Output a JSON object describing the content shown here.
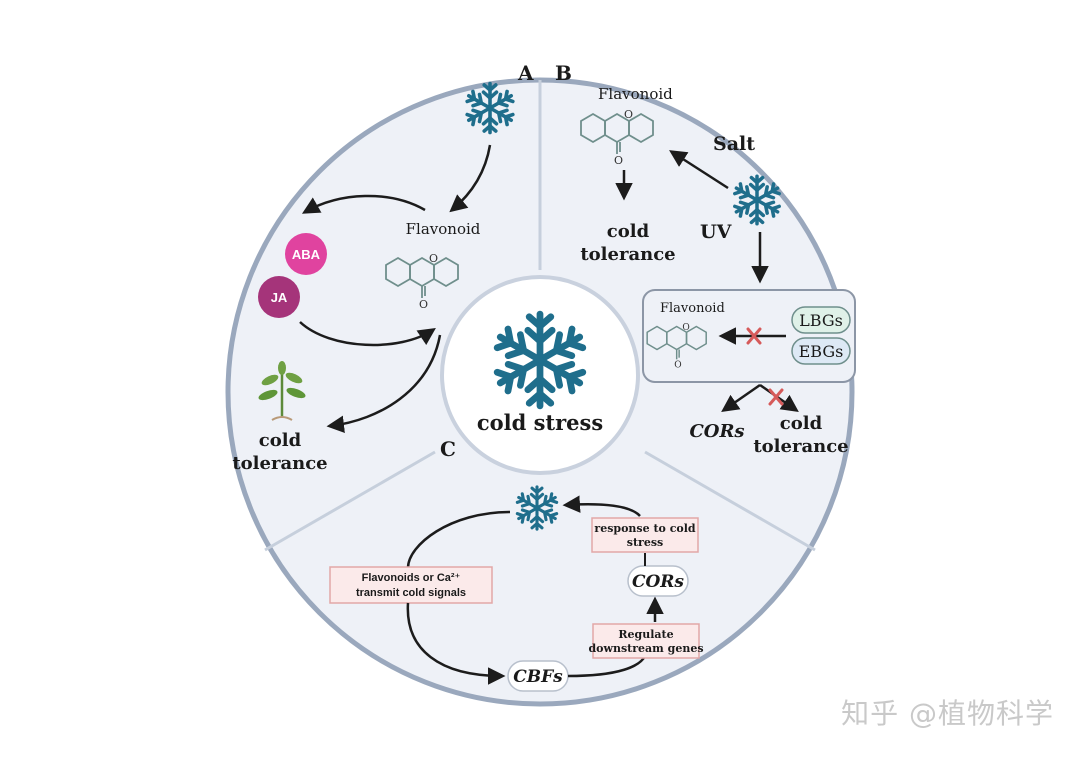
{
  "center": {
    "label": "cold stress"
  },
  "panel_a": {
    "letter": "A",
    "flavonoid_label": "Flavonoid",
    "hormones": [
      "ABA",
      "JA"
    ],
    "outcome": [
      "cold",
      "tolerance"
    ]
  },
  "panel_b": {
    "letter": "B",
    "flavonoid_label": "Flavonoid",
    "salt_label": "Salt",
    "uv_label": "UV",
    "outcome": [
      "cold",
      "tolerance"
    ],
    "box_flavonoid_label": "Flavonoid",
    "genes": [
      "LBGs",
      "EBGs"
    ],
    "cors_label": "CORs",
    "outcome2": [
      "cold",
      "tolerance"
    ]
  },
  "panel_c": {
    "letter": "C",
    "box_signal": [
      "Flavonoids or Ca²⁺",
      "transmit cold signals"
    ],
    "cbfs_label": "CBFs",
    "box_regulate": [
      "Regulate",
      "downstream genes"
    ],
    "cors_label": "CORs",
    "box_response": [
      "response to cold",
      "stress"
    ]
  },
  "watermark": "知乎 @植物科学",
  "colors": {
    "panel_bg": "#eef1f7",
    "ring": "#9aa8bd",
    "snowflake": "#1f6e8c",
    "aba": "#e0439f",
    "ja": "#a5347a",
    "box_fill": "#fbeaea",
    "box_stroke": "#e2a7a7",
    "cross": "#d65a5a",
    "lbg_fill": "#dff1e8",
    "ebg_fill": "#dde9f5"
  }
}
